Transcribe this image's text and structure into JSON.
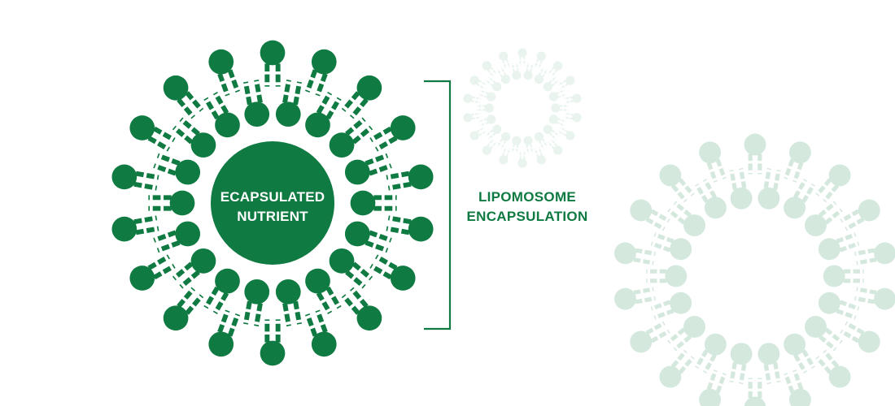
{
  "colors": {
    "primary": "#0f7a41",
    "faded_large": "#d5e8dd",
    "faded_small": "#eaf4ee",
    "background": "#ffffff"
  },
  "diagram": {
    "center_label": {
      "line1": "ECAPSULATED",
      "line2": "NUTRIENT"
    },
    "side_label": {
      "line1": "LIPOMOSOME",
      "line2": "ENCAPSULATION"
    }
  }
}
